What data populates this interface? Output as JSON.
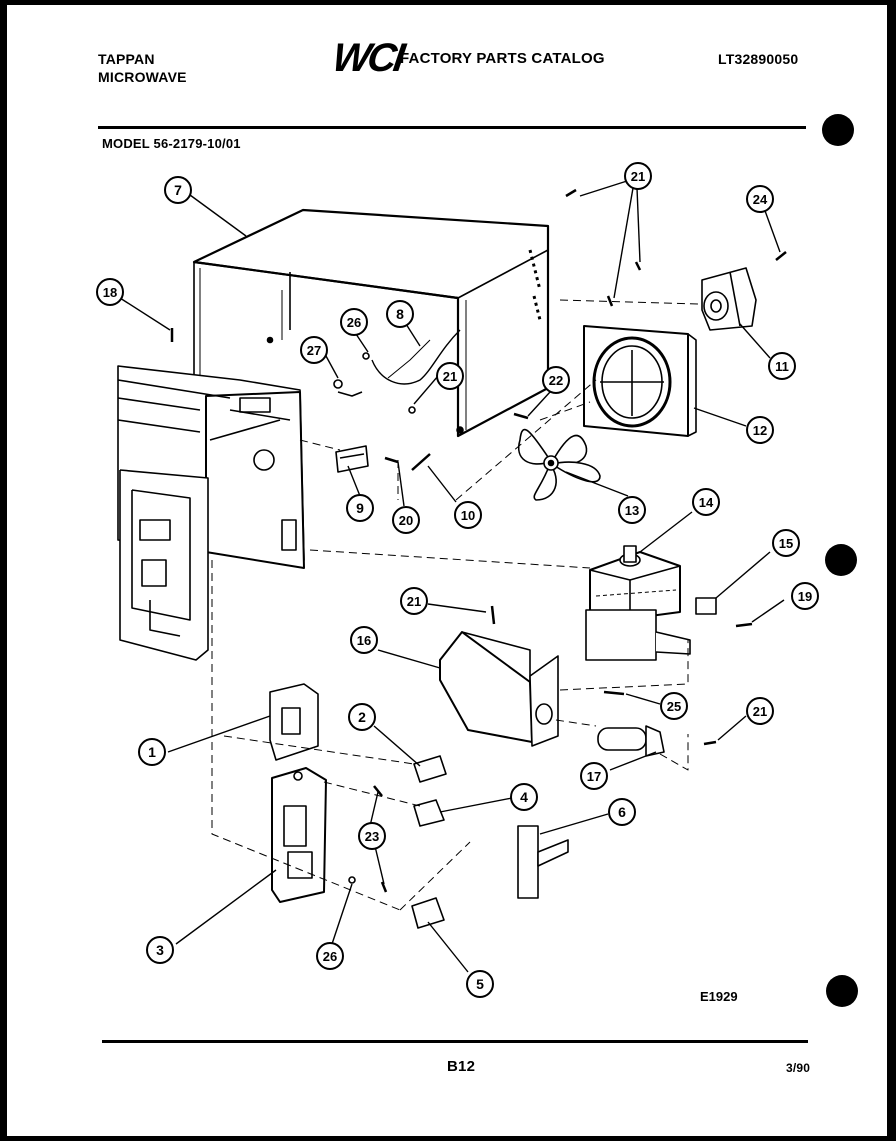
{
  "header": {
    "brand": "TAPPAN",
    "product": "MICROWAVE",
    "logo": "WCI",
    "catalog_title": "FACTORY PARTS CATALOG",
    "catalog_number": "LT32890050",
    "model_line": "MODEL 56-2179-10/01"
  },
  "callouts": [
    "7",
    "21",
    "24",
    "18",
    "26",
    "8",
    "27",
    "21",
    "22",
    "11",
    "12",
    "9",
    "20",
    "10",
    "13",
    "14",
    "15",
    "19",
    "21",
    "16",
    "25",
    "21",
    "1",
    "2",
    "17",
    "4",
    "6",
    "23",
    "3",
    "26",
    "5"
  ],
  "figure_code": "E1929",
  "footer": {
    "page_code": "B12",
    "date": "3/90"
  },
  "colors": {
    "ink": "#000000",
    "paper": "#ffffff"
  }
}
